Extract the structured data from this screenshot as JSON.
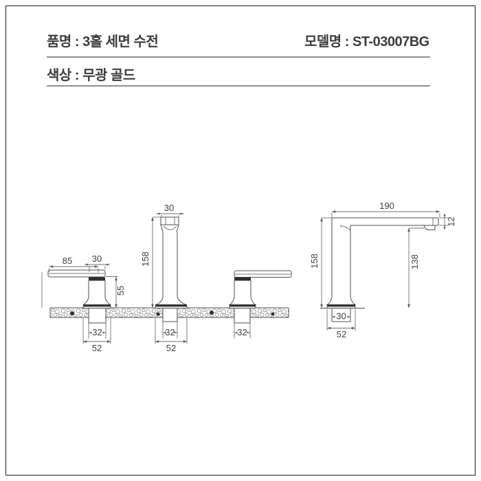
{
  "header": {
    "product_label": "품명 : 3홀 세면 수전",
    "model_label": "모델명 : ST-03007BG",
    "color_label": "색상 : 무광 골드"
  },
  "drawing": {
    "front_view": {
      "lever_length": "85",
      "handle_width": "30",
      "handle_height_above_deck": "55",
      "spout_top_width": "30",
      "spout_height": "158",
      "left_hole_diameter": "32",
      "left_base_width": "52",
      "center_hole_diameter": "32",
      "center_base_width": "52",
      "right_hole_diameter": "32"
    },
    "side_view": {
      "spout_reach": "190",
      "spout_thickness": "12",
      "body_height": "158",
      "spout_clearance": "138",
      "hole_diameter": "30",
      "base_width": "52"
    }
  }
}
